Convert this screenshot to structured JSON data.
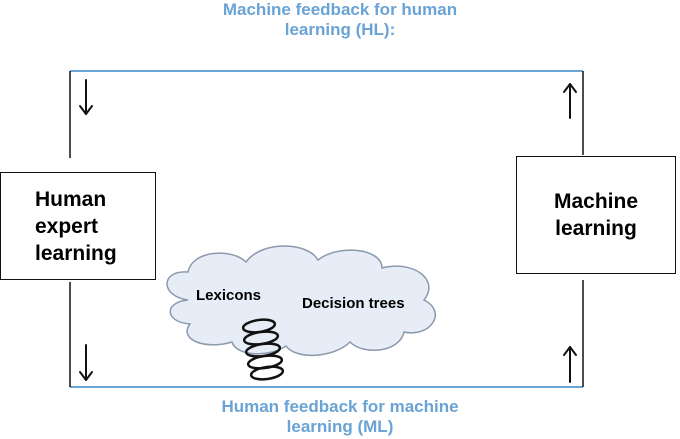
{
  "captions": {
    "top": [
      "Machine feedback for human",
      "learning (HL):"
    ],
    "bottom": [
      "Human feedback for machine",
      "learning (ML)"
    ]
  },
  "boxes": {
    "human": [
      "Human",
      "expert",
      "learning"
    ],
    "machine": [
      "Machine",
      "learning"
    ]
  },
  "cloud": {
    "lexicons": "Lexicons",
    "decision_trees": "Decision trees"
  },
  "colors": {
    "accent": "#6aa3d5",
    "line": "#111111"
  }
}
